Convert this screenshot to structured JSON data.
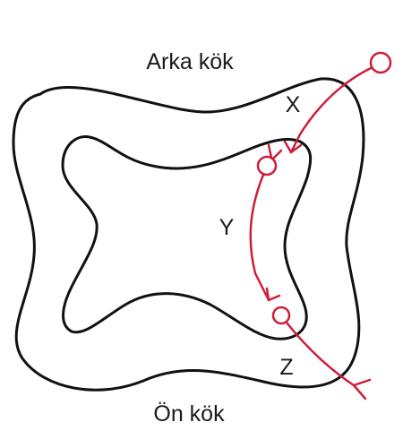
{
  "labels": {
    "top": "Arka kök",
    "bottom": "Ön kök",
    "x": "X",
    "y": "Y",
    "z": "Z"
  },
  "colors": {
    "outline": "#111111",
    "neuron": "#cc1f3a",
    "background": "#ffffff"
  }
}
